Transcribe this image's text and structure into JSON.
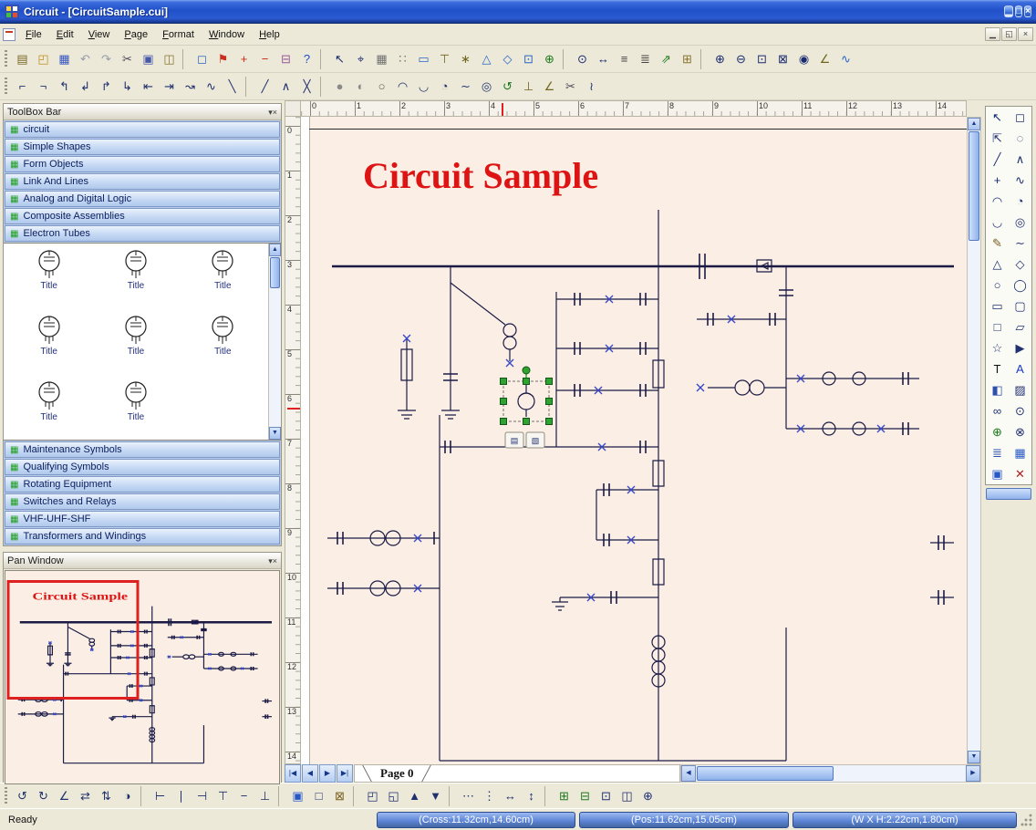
{
  "window": {
    "title": "Circuit - [CircuitSample.cui]",
    "controls": [
      {
        "n": "minimize",
        "g": "▁"
      },
      {
        "n": "maximize",
        "g": "□"
      },
      {
        "n": "close",
        "g": "×"
      }
    ]
  },
  "menu": {
    "items": [
      "File",
      "Edit",
      "View",
      "Page",
      "Format",
      "Window",
      "Help"
    ],
    "mdi": [
      {
        "n": "mdi-minimize",
        "g": "▁"
      },
      {
        "n": "mdi-restore",
        "g": "◱"
      },
      {
        "n": "mdi-close",
        "g": "×"
      }
    ]
  },
  "toolbar_main": {
    "items": [
      {
        "n": "new-page",
        "g": "▤",
        "c": "#7A6828"
      },
      {
        "n": "open",
        "g": "◰",
        "c": "#C09020"
      },
      {
        "n": "save",
        "g": "▦",
        "c": "#3555C0"
      },
      {
        "n": "undo",
        "g": "↶",
        "d": 1
      },
      {
        "n": "redo",
        "g": "↷",
        "d": 1
      },
      {
        "n": "cut",
        "g": "✂",
        "c": "#4A4A58"
      },
      {
        "n": "copy",
        "g": "▣",
        "c": "#4858A8"
      },
      {
        "n": "paste",
        "g": "◫",
        "c": "#8A7430"
      },
      {
        "n": "separator",
        "g": ""
      },
      {
        "n": "select-frame",
        "g": "◻",
        "c": "#2A66C8"
      },
      {
        "n": "flag",
        "g": "⚑",
        "c": "#C83020"
      },
      {
        "n": "add-item",
        "g": "+",
        "c": "#C82818"
      },
      {
        "n": "remove-item",
        "g": "−",
        "c": "#C82818"
      },
      {
        "n": "eraser",
        "g": "⊟",
        "c": "#96589A"
      },
      {
        "n": "help",
        "g": "?",
        "c": "#1E4EC8"
      },
      {
        "n": "separator",
        "g": ""
      },
      {
        "n": "pointer",
        "g": "↖",
        "c": "#1A2A70"
      },
      {
        "n": "crosshair",
        "g": "⌖",
        "c": "#1A2A70"
      },
      {
        "n": "grid",
        "g": "▦",
        "c": "#707070"
      },
      {
        "n": "dot-grid",
        "g": "∷",
        "c": "#707070"
      },
      {
        "n": "page-frame",
        "g": "▭",
        "c": "#2A66C8"
      },
      {
        "n": "guides",
        "g": "⊤",
        "c": "#70661E"
      },
      {
        "n": "snap",
        "g": "∗",
        "c": "#70661E"
      },
      {
        "n": "shape-triangle",
        "g": "△",
        "c": "#2A66C8"
      },
      {
        "n": "shape-diamond",
        "g": "◇",
        "c": "#2A66C8"
      },
      {
        "n": "frame-box",
        "g": "⊡",
        "c": "#2A66C8"
      },
      {
        "n": "target",
        "g": "⊕",
        "c": "#1E7A1E"
      },
      {
        "n": "separator",
        "g": ""
      },
      {
        "n": "zoom-tool",
        "g": "⊙",
        "c": "#1A2A70"
      },
      {
        "n": "pan-tool",
        "g": "↔",
        "c": "#1A2A70"
      },
      {
        "n": "properties",
        "g": "≡",
        "c": "#444444"
      },
      {
        "n": "layer-stack",
        "g": "≣",
        "c": "#444444"
      },
      {
        "n": "export",
        "g": "⇗",
        "c": "#1E7A1E"
      },
      {
        "n": "table",
        "g": "⊞",
        "c": "#8A7430"
      },
      {
        "n": "separator",
        "g": ""
      },
      {
        "n": "zoom-in",
        "g": "⊕",
        "c": "#1A2A70"
      },
      {
        "n": "zoom-out",
        "g": "⊖",
        "c": "#1A2A70"
      },
      {
        "n": "zoom-region",
        "g": "⊡",
        "c": "#1A2A70"
      },
      {
        "n": "zoom-page",
        "g": "⊠",
        "c": "#1A2A70"
      },
      {
        "n": "zoom-selection",
        "g": "◉",
        "c": "#1A2A70"
      },
      {
        "n": "measure",
        "g": "∠",
        "c": "#70661E"
      },
      {
        "n": "statistics",
        "g": "∿",
        "c": "#2A66C8"
      }
    ]
  },
  "toolbar_draw": {
    "items": [
      {
        "n": "connector-corner",
        "g": "⌐"
      },
      {
        "n": "connector-corner-2",
        "g": "¬"
      },
      {
        "n": "connector-elbow-up",
        "g": "↰"
      },
      {
        "n": "connector-elbow-down",
        "g": "↲"
      },
      {
        "n": "connector-elbow-up-right",
        "g": "↱"
      },
      {
        "n": "connector-elbow-down-right",
        "g": "↳"
      },
      {
        "n": "connector-step-left",
        "g": "⇤"
      },
      {
        "n": "connector-step-right",
        "g": "⇥"
      },
      {
        "n": "connector-curve",
        "g": "↝"
      },
      {
        "n": "connector-wave",
        "g": "∿"
      },
      {
        "n": "connector-diagonal",
        "g": "╲"
      },
      {
        "n": "separator",
        "g": ""
      },
      {
        "n": "line",
        "g": "╱"
      },
      {
        "n": "polyline",
        "g": "∧"
      },
      {
        "n": "cross-line",
        "g": "╳"
      },
      {
        "n": "separator",
        "g": ""
      },
      {
        "n": "ellipse-filled",
        "g": "●",
        "c": "#8A8A8A"
      },
      {
        "n": "ellipse-half",
        "g": "◐",
        "c": "#8A8A8A"
      },
      {
        "n": "ellipse-outline",
        "g": "○",
        "c": "#5A5A5A"
      },
      {
        "n": "arc-upper",
        "g": "◠"
      },
      {
        "n": "arc-lower",
        "g": "◡"
      },
      {
        "n": "arc-quarter",
        "g": "◔"
      },
      {
        "n": "curve",
        "g": "∼"
      },
      {
        "n": "spiral",
        "g": "◎"
      },
      {
        "n": "rotate",
        "g": "↺",
        "c": "#1E7A1E"
      },
      {
        "n": "perpendicular",
        "g": "⊥",
        "c": "#70661E"
      },
      {
        "n": "angle",
        "g": "∠",
        "c": "#70661E"
      },
      {
        "n": "trim",
        "g": "✂",
        "c": "#4A4A58"
      },
      {
        "n": "freehand",
        "g": "≀"
      }
    ]
  },
  "panel_buttons": [
    {
      "n": "collapse",
      "g": "▾"
    },
    {
      "n": "close",
      "g": "×"
    }
  ],
  "toolbox": {
    "title": "ToolBox Bar",
    "categories_top": [
      "circuit",
      "Simple Shapes",
      "Form Objects",
      "Link And Lines",
      "Analog and Digital Logic",
      "Composite Assemblies",
      "Electron Tubes"
    ],
    "palette_items": [
      {
        "label": "Title"
      },
      {
        "label": "Title"
      },
      {
        "label": "Title"
      },
      {
        "label": "Title"
      },
      {
        "label": "Title"
      },
      {
        "label": "Title"
      },
      {
        "label": "Title"
      },
      {
        "label": "Title"
      }
    ],
    "categories_bottom": [
      "Maintenance Symbols",
      "Qualifying Symbols",
      "Rotating Equipment",
      "Switches and Relays",
      "VHF-UHF-SHF",
      "Transformers and Windings"
    ]
  },
  "pan": {
    "title": "Pan Window"
  },
  "canvas": {
    "page_title": "Circuit Sample",
    "ruler_h": [
      "0",
      "1",
      "2",
      "3",
      "4",
      "5",
      "6",
      "7",
      "8",
      "9",
      "10",
      "11",
      "12",
      "13",
      "14"
    ],
    "ruler_v": [
      "0",
      "1",
      "2",
      "3",
      "4",
      "5",
      "6",
      "7",
      "8",
      "9",
      "10",
      "11",
      "12",
      "13",
      "14"
    ],
    "mini_buttons": [
      {
        "n": "smart-copy",
        "g": "▤"
      },
      {
        "n": "smart-actions",
        "g": "▧"
      }
    ]
  },
  "scroll": {
    "up": "▲",
    "down": "▼",
    "left": "◀",
    "right": "▶"
  },
  "pagebar": {
    "nav": [
      {
        "n": "first-page",
        "g": "|◀"
      },
      {
        "n": "prev-page",
        "g": "◀"
      },
      {
        "n": "next-page",
        "g": "▶"
      },
      {
        "n": "last-page",
        "g": "▶|"
      }
    ],
    "tab": "Page 0"
  },
  "right_tools": {
    "items": [
      {
        "n": "select",
        "g": "↖",
        "c": "#102878"
      },
      {
        "n": "area-select",
        "g": "◻"
      },
      {
        "n": "direct-select",
        "g": "⇱"
      },
      {
        "n": "lasso",
        "g": "◌"
      },
      {
        "n": "line",
        "g": "╱"
      },
      {
        "n": "polyline",
        "g": "∧"
      },
      {
        "n": "cross",
        "g": "+",
        "c": "#102878"
      },
      {
        "n": "bezier",
        "g": "∿"
      },
      {
        "n": "arc",
        "g": "◠"
      },
      {
        "n": "pie",
        "g": "◔"
      },
      {
        "n": "curve",
        "g": "◡"
      },
      {
        "n": "spiral",
        "g": "◎"
      },
      {
        "n": "pencil",
        "g": "✎",
        "c": "#786020"
      },
      {
        "n": "smooth",
        "g": "∼"
      },
      {
        "n": "polygon",
        "g": "△"
      },
      {
        "n": "diamond",
        "g": "◇"
      },
      {
        "n": "ellipse",
        "g": "○"
      },
      {
        "n": "circle",
        "g": "◯"
      },
      {
        "n": "rectangle",
        "g": "▭"
      },
      {
        "n": "rounded-rectangle",
        "g": "▢"
      },
      {
        "n": "square",
        "g": "□"
      },
      {
        "n": "parallelogram",
        "g": "▱"
      },
      {
        "n": "star",
        "g": "☆"
      },
      {
        "n": "arrow-shape",
        "g": "▶"
      },
      {
        "n": "text",
        "g": "T",
        "c": "#101010"
      },
      {
        "n": "font",
        "g": "A",
        "c": "#1838C8"
      },
      {
        "n": "fill",
        "g": "◧",
        "c": "#3050B0"
      },
      {
        "n": "hatch",
        "g": "▨"
      },
      {
        "n": "connector",
        "g": "∞"
      },
      {
        "n": "node",
        "g": "⊙"
      },
      {
        "n": "glue",
        "g": "⊕",
        "c": "#187818"
      },
      {
        "n": "anchor",
        "g": "⊗"
      },
      {
        "n": "layer-list",
        "g": "≣",
        "c": "#3050B0"
      },
      {
        "n": "blue-grid",
        "g": "▦",
        "c": "#2858C8"
      },
      {
        "n": "frame",
        "g": "▣",
        "c": "#2858C8"
      },
      {
        "n": "close-palette",
        "g": "✕",
        "c": "#B02020"
      }
    ]
  },
  "toolbar_bottom": {
    "items": [
      {
        "n": "rotate-left",
        "g": "↺"
      },
      {
        "n": "rotate-right",
        "g": "↻"
      },
      {
        "n": "skew",
        "g": "∠"
      },
      {
        "n": "flip-horizontal",
        "g": "⇄"
      },
      {
        "n": "flip-vertical",
        "g": "⇅"
      },
      {
        "n": "mirror",
        "g": "◑"
      },
      {
        "n": "separator",
        "g": ""
      },
      {
        "n": "align-left",
        "g": "⊢"
      },
      {
        "n": "align-center",
        "g": "∣"
      },
      {
        "n": "align-right",
        "g": "⊣"
      },
      {
        "n": "align-top",
        "g": "⊤"
      },
      {
        "n": "align-middle",
        "g": "−"
      },
      {
        "n": "align-bottom",
        "g": "⊥"
      },
      {
        "n": "separator",
        "g": ""
      },
      {
        "n": "group",
        "g": "▣",
        "c": "#2858C8"
      },
      {
        "n": "ungroup",
        "g": "□"
      },
      {
        "n": "lock",
        "g": "⊠",
        "c": "#786020"
      },
      {
        "n": "separator",
        "g": ""
      },
      {
        "n": "bring-to-front",
        "g": "◰"
      },
      {
        "n": "send-to-back",
        "g": "◱"
      },
      {
        "n": "bring-forward",
        "g": "▲"
      },
      {
        "n": "send-backward",
        "g": "▼"
      },
      {
        "n": "separator",
        "g": ""
      },
      {
        "n": "distribute-horizontal",
        "g": "⋯"
      },
      {
        "n": "distribute-vertical",
        "g": "⋮"
      },
      {
        "n": "same-width",
        "g": "↔"
      },
      {
        "n": "same-height",
        "g": "↕"
      },
      {
        "n": "separator",
        "g": ""
      },
      {
        "n": "add-column",
        "g": "⊞",
        "c": "#207820"
      },
      {
        "n": "add-row",
        "g": "⊟",
        "c": "#207820"
      },
      {
        "n": "merge",
        "g": "⊡"
      },
      {
        "n": "split",
        "g": "◫"
      },
      {
        "n": "page-zoom",
        "g": "⊕",
        "c": "#203078"
      }
    ]
  },
  "status": {
    "ready": "Ready",
    "cross": "(Cross:11.32cm,14.60cm)",
    "pos": "(Pos:11.62cm,15.05cm)",
    "size": "(W X H:2.22cm,1.80cm)"
  }
}
